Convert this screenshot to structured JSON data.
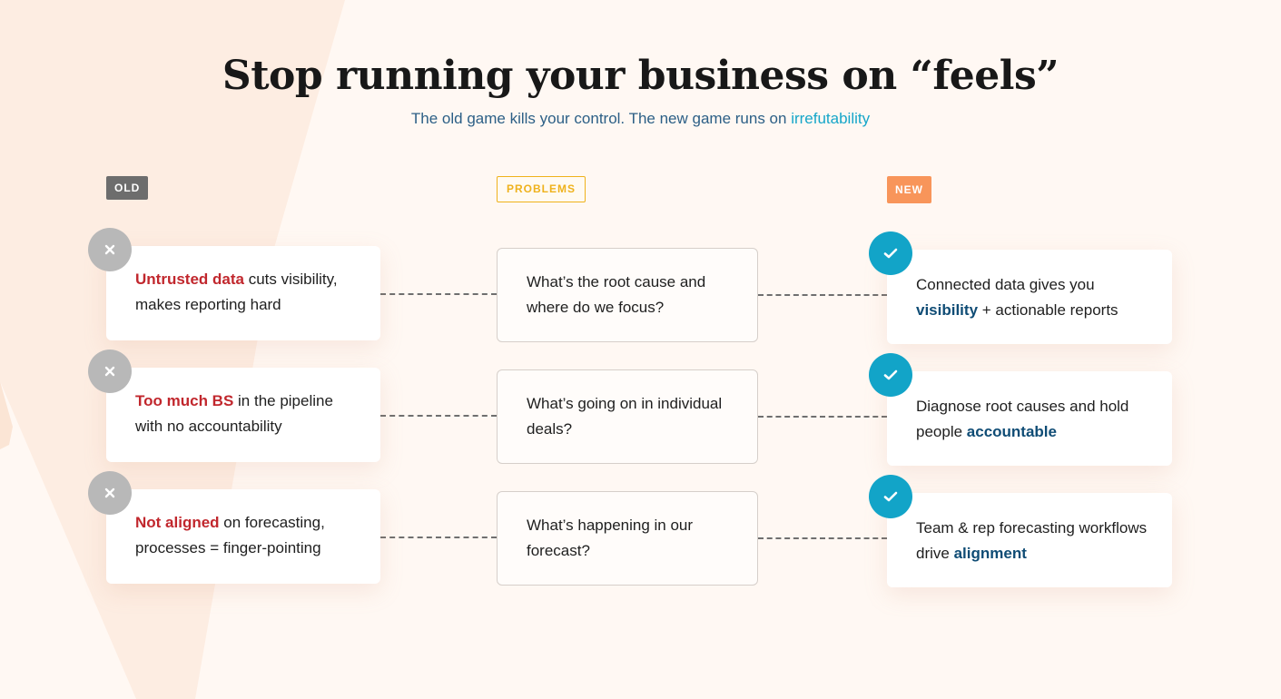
{
  "header": {
    "title": "Stop running your business on “feels”",
    "subtitle_main": "The old game kills your control. The new game runs on ",
    "subtitle_accent": "irrefutability"
  },
  "columns": {
    "old_label": "OLD",
    "problems_label": "PROBLEMS",
    "new_label": "NEW"
  },
  "rows": [
    {
      "old": {
        "highlight": "Untrusted data",
        "rest": " cuts visibility, makes reporting hard"
      },
      "problem": "What’s the root cause and where do we focus?",
      "new": {
        "before": "Connected data gives you ",
        "highlight": "visibility",
        "after": " + actionable reports"
      }
    },
    {
      "old": {
        "highlight": "Too much BS",
        "rest": " in the pipeline with no accountability"
      },
      "problem": "What’s going on in individual deals?",
      "new": {
        "before": "Diagnose root causes and hold people ",
        "highlight": "accountable",
        "after": ""
      }
    },
    {
      "old": {
        "highlight": "Not aligned",
        "rest": " on forecasting, processes = finger-pointing"
      },
      "problem": "What’s happening in our forecast?",
      "new": {
        "before": "Team & rep forecasting workflows drive ",
        "highlight": "alignment",
        "after": ""
      }
    }
  ],
  "icons": {
    "old_badge": "close-icon",
    "new_badge": "check-icon"
  },
  "colors": {
    "background": "#fff8f3",
    "old_highlight": "#c1272d",
    "new_highlight": "#0f4c75",
    "subtitle_accent": "#16a6c9",
    "check_badge": "#12a4c8",
    "x_badge": "#b8b8b8",
    "new_tag": "#f8955a",
    "problems_tag": "#efb21c"
  }
}
